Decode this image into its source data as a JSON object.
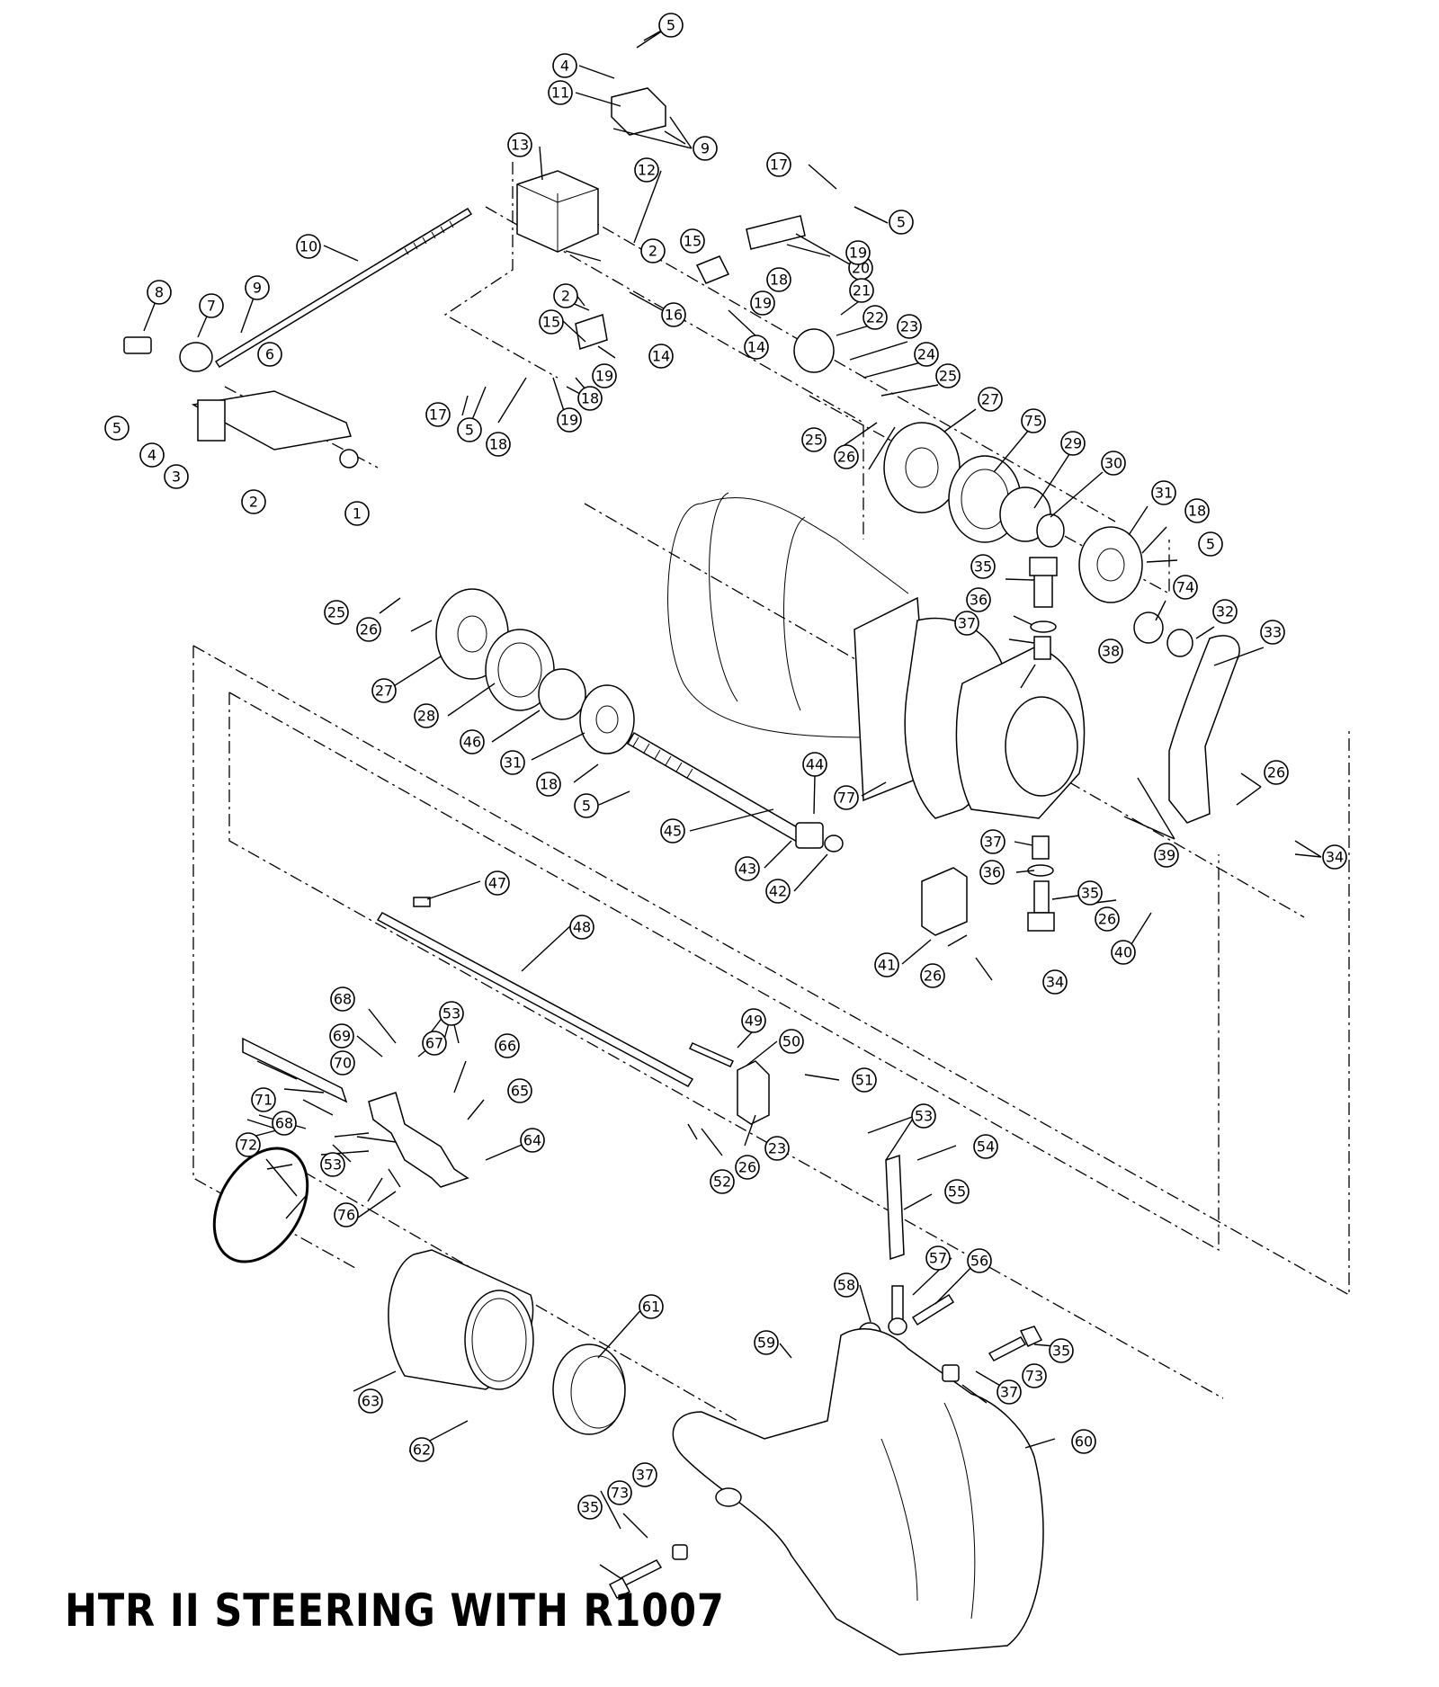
{
  "title": "HTR II STEERING WITH R1007",
  "labels": [
    "1",
    "2",
    "3",
    "4",
    "5",
    "6",
    "7",
    "8",
    "9",
    "10",
    "11",
    "12",
    "13",
    "14",
    "15",
    "16",
    "17",
    "18",
    "19",
    "20",
    "21",
    "22",
    "23",
    "24",
    "25",
    "26",
    "27",
    "28",
    "29",
    "30",
    "31",
    "32",
    "33",
    "34",
    "35",
    "36",
    "37",
    "38",
    "39",
    "40",
    "41",
    "42",
    "43",
    "44",
    "45",
    "46",
    "47",
    "48",
    "49",
    "50",
    "51",
    "52",
    "53",
    "54",
    "55",
    "56",
    "57",
    "58",
    "59",
    "60",
    "61",
    "62",
    "63",
    "64",
    "65",
    "66",
    "67",
    "68",
    "69",
    "70",
    "71",
    "72",
    "73",
    "74",
    "75",
    "76",
    "77"
  ]
}
